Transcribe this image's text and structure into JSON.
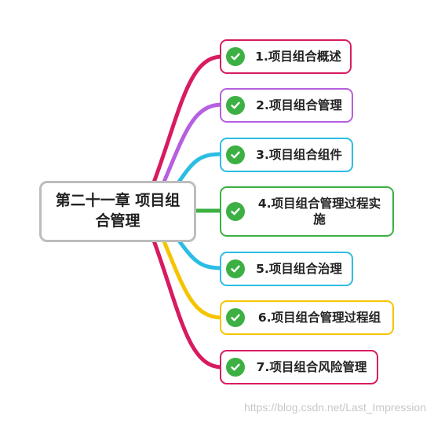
{
  "root": {
    "label": "第二十一章 项目组合管理"
  },
  "branches": [
    {
      "label": "1.项目组合概述",
      "color": "#d81b60"
    },
    {
      "label": "2.项目组合管理",
      "color": "#b65fe0"
    },
    {
      "label": "3.项目组合组件",
      "color": "#2bbde3"
    },
    {
      "label": "4.项目组合管理过程实施",
      "color": "#3cb043"
    },
    {
      "label": "5.项目组合治理",
      "color": "#2bbde3"
    },
    {
      "label": "6.项目组合管理过程组",
      "color": "#f5c400"
    },
    {
      "label": "7.项目组合风险管理",
      "color": "#d81b60"
    }
  ],
  "icons": {
    "branch_marker": "check-circle-icon",
    "check_color": "#3cb043"
  },
  "watermark": "https://blog.csdn.net/Last_Impression"
}
